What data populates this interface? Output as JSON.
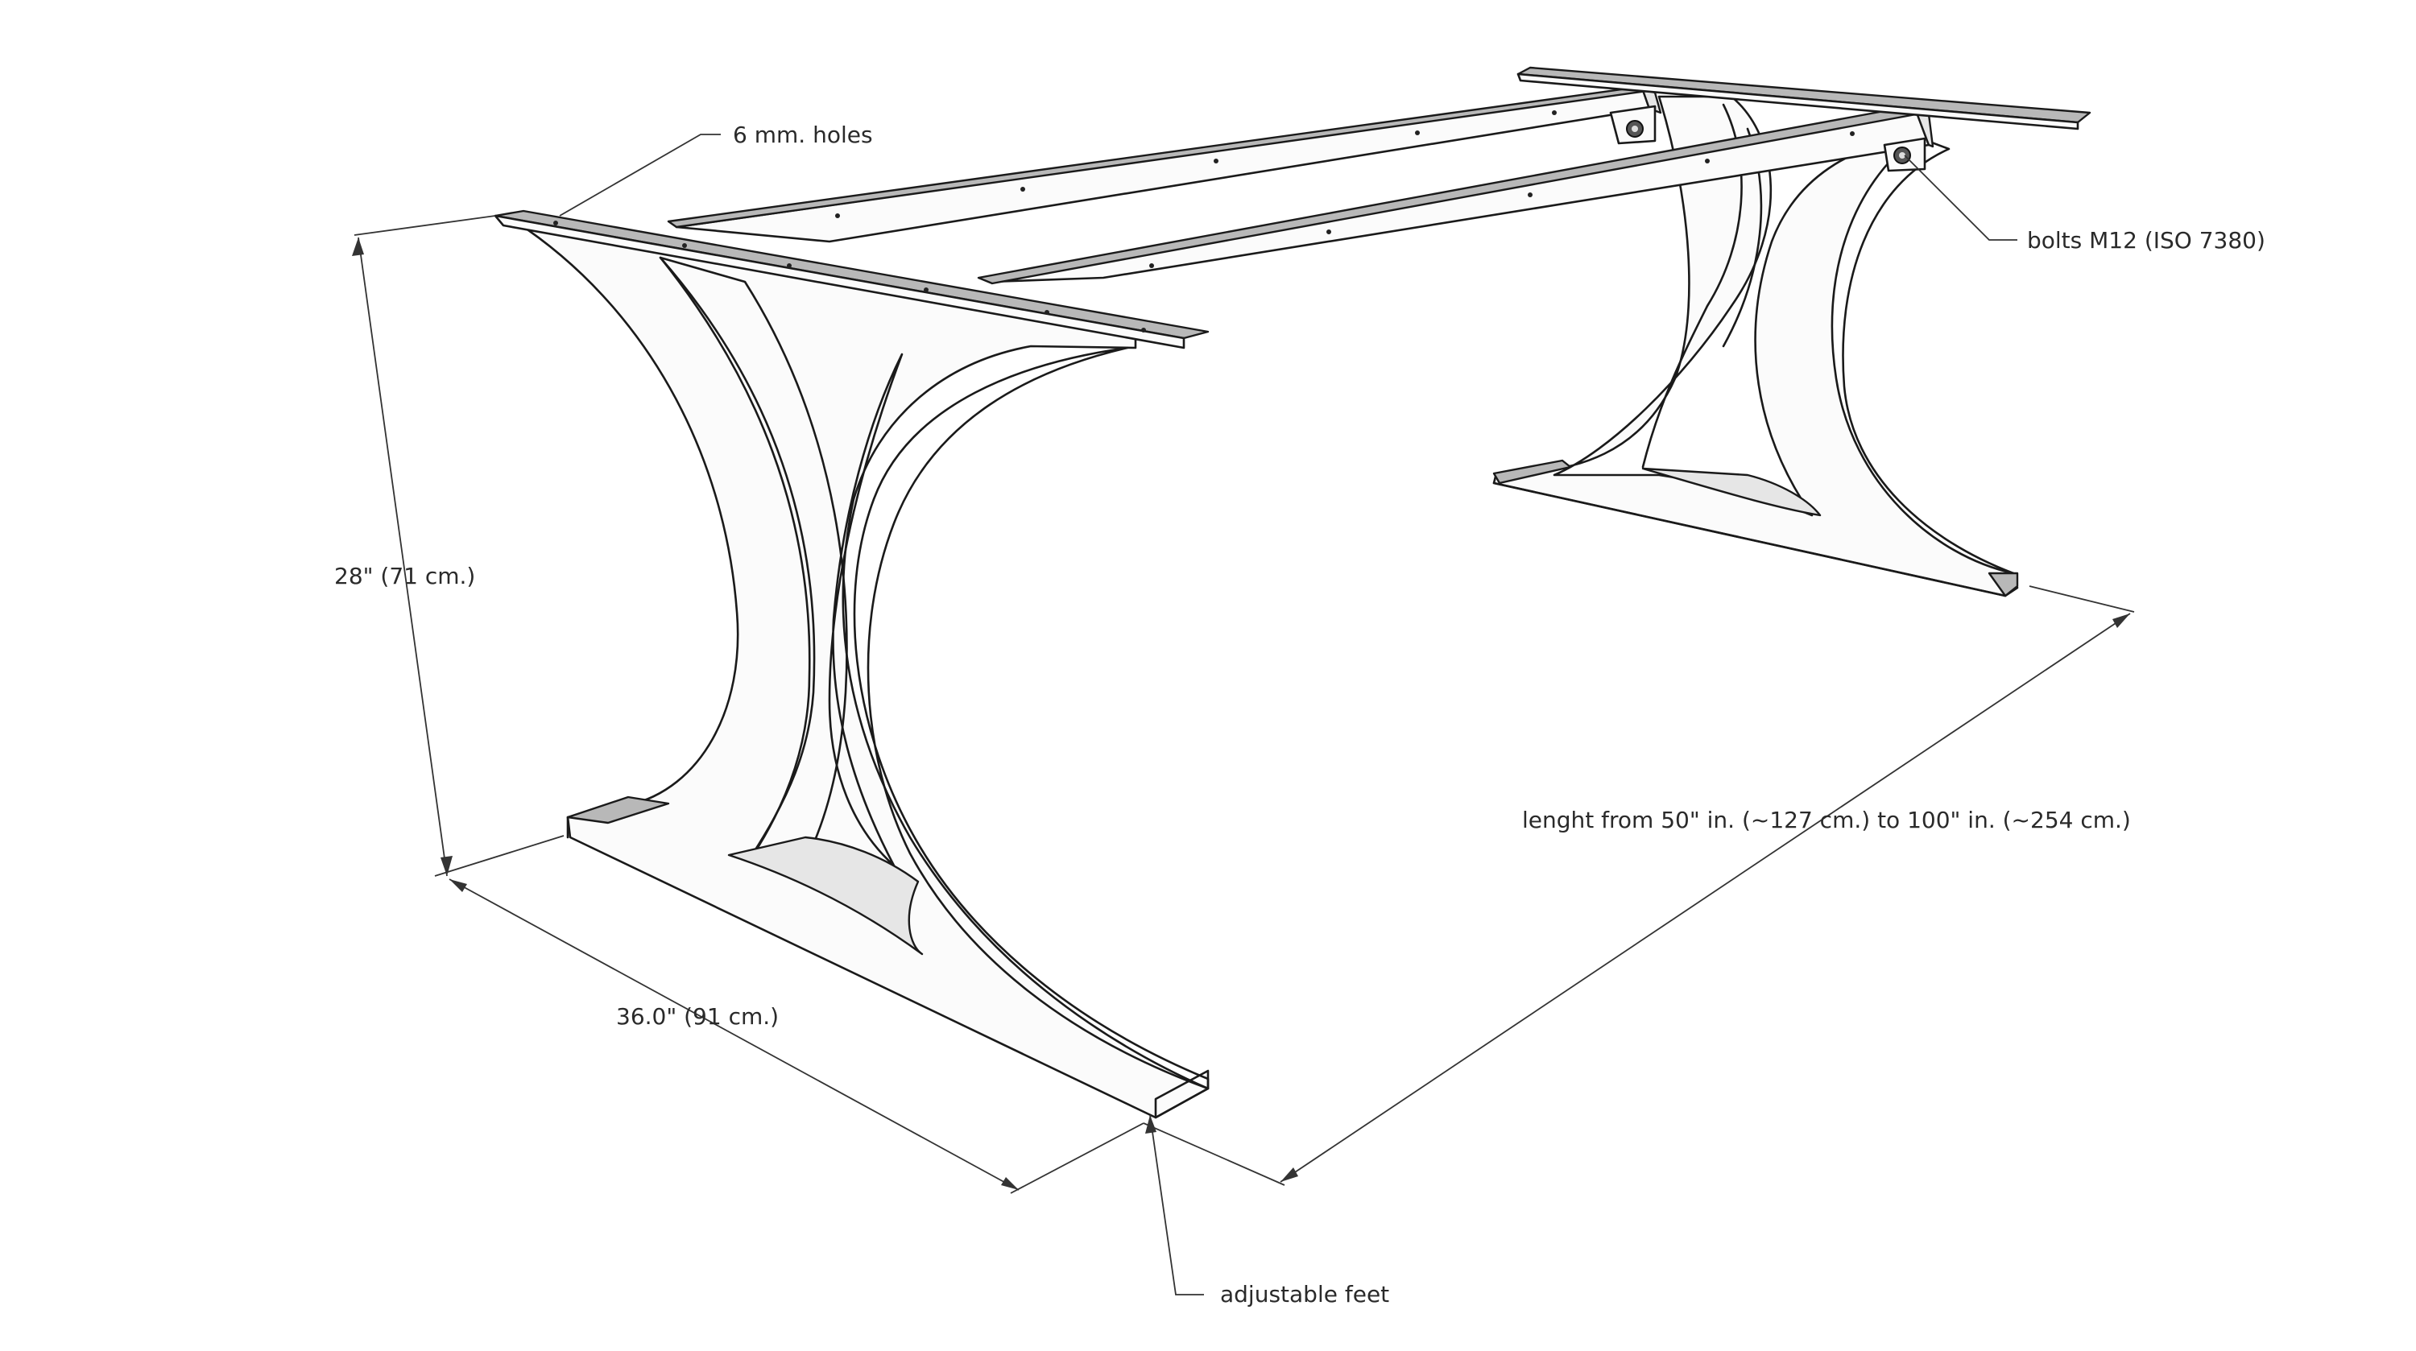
{
  "labels": {
    "holes": "6 mm. holes",
    "bolts": "bolts M12 (ISO 7380)",
    "height": "28\" (71 cm.)",
    "width": "36.0\" (91 cm.)",
    "length": "lenght from 50\" in. (~127 cm.) to 100\" in. (~254 cm.)",
    "feet": "adjustable feet"
  },
  "colors": {
    "line": "#1a1a1a",
    "steel_top": "#b8b8b8",
    "inner_gradient_dark": "#6e6e6e",
    "inner_gradient_light": "#f4f4f4",
    "background": "#ffffff"
  }
}
